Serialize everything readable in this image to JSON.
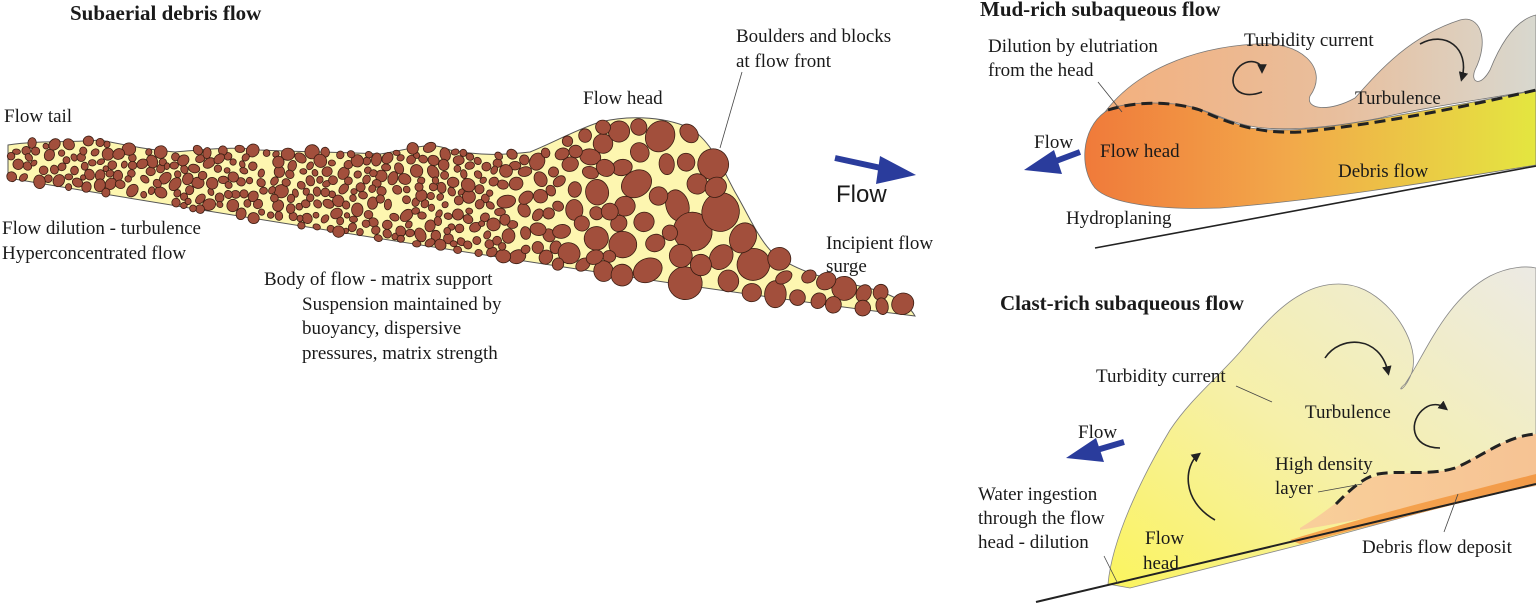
{
  "colors": {
    "sand": "#fdf6b0",
    "clast": "#a24f3c",
    "clast_edge": "#3a1d12",
    "arrow": "#2a3c9c",
    "orange": "#f07a3a",
    "yellow_green": "#e4e640"
  },
  "subaerial": {
    "title": "Subaerial debris flow",
    "flow_tail": "Flow tail",
    "flow_head": "Flow head",
    "boulders_1": "Boulders and blocks",
    "boulders_2": "at flow front",
    "dilution_1": "Flow dilution - turbulence",
    "dilution_2": "Hyperconcentrated flow",
    "body_1": "Body of flow - matrix support",
    "body_2": "Suspension maintained by",
    "body_3": "buoyancy, dispersive",
    "body_4": "pressures, matrix strength",
    "incipient_1": "Incipient flow",
    "incipient_2": "surge",
    "flow_arrow": "Flow"
  },
  "mud_rich": {
    "title": "Mud-rich subaqueous flow",
    "dilution_1": "Dilution by elutriation",
    "dilution_2": "from the head",
    "turbidity": "Turbidity current",
    "turbulence": "Turbulence",
    "flow_arrow": "Flow",
    "flow_head": "Flow head",
    "debris_flow": "Debris flow",
    "hydroplaning": "Hydroplaning"
  },
  "clast_rich": {
    "title": "Clast-rich subaqueous flow",
    "turbidity": "Turbidity current",
    "turbulence": "Turbulence",
    "flow_arrow": "Flow",
    "high_density_1": "High density",
    "high_density_2": "layer",
    "water_1": "Water ingestion",
    "water_2": "through the flow",
    "water_3": "head - dilution",
    "flow_head_1": "Flow",
    "flow_head_2": "head",
    "deposit": "Debris flow deposit"
  }
}
